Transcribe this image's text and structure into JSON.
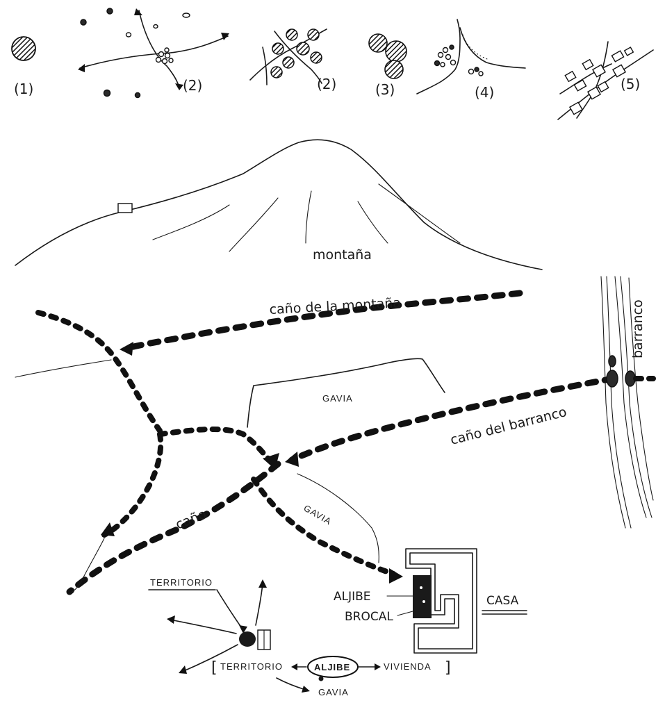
{
  "stages": {
    "s1": "(1)",
    "s2a": "(2)",
    "s2b": "(2)",
    "s3": "(3)",
    "s4": "(4)",
    "s5": "(5)"
  },
  "labels": {
    "mountain": "montaña",
    "mountain_channel": "caño de la montaña",
    "ravine": "barranco",
    "ravine_channel": "caño del barranco",
    "channel": "caño",
    "gavia_upper": "GAVIA",
    "gavia_lower": "GAVIA",
    "aljibe": "ALJIBE",
    "brocal": "BROCAL",
    "casa": "CASA"
  },
  "bottom_diagram": {
    "territorio_top": "TERRITORIO",
    "territorio_row": "TERRITORIO",
    "aljibe": "ALJIBE",
    "vivienda": "VIVIENDA",
    "gavia": "GAVIA"
  }
}
